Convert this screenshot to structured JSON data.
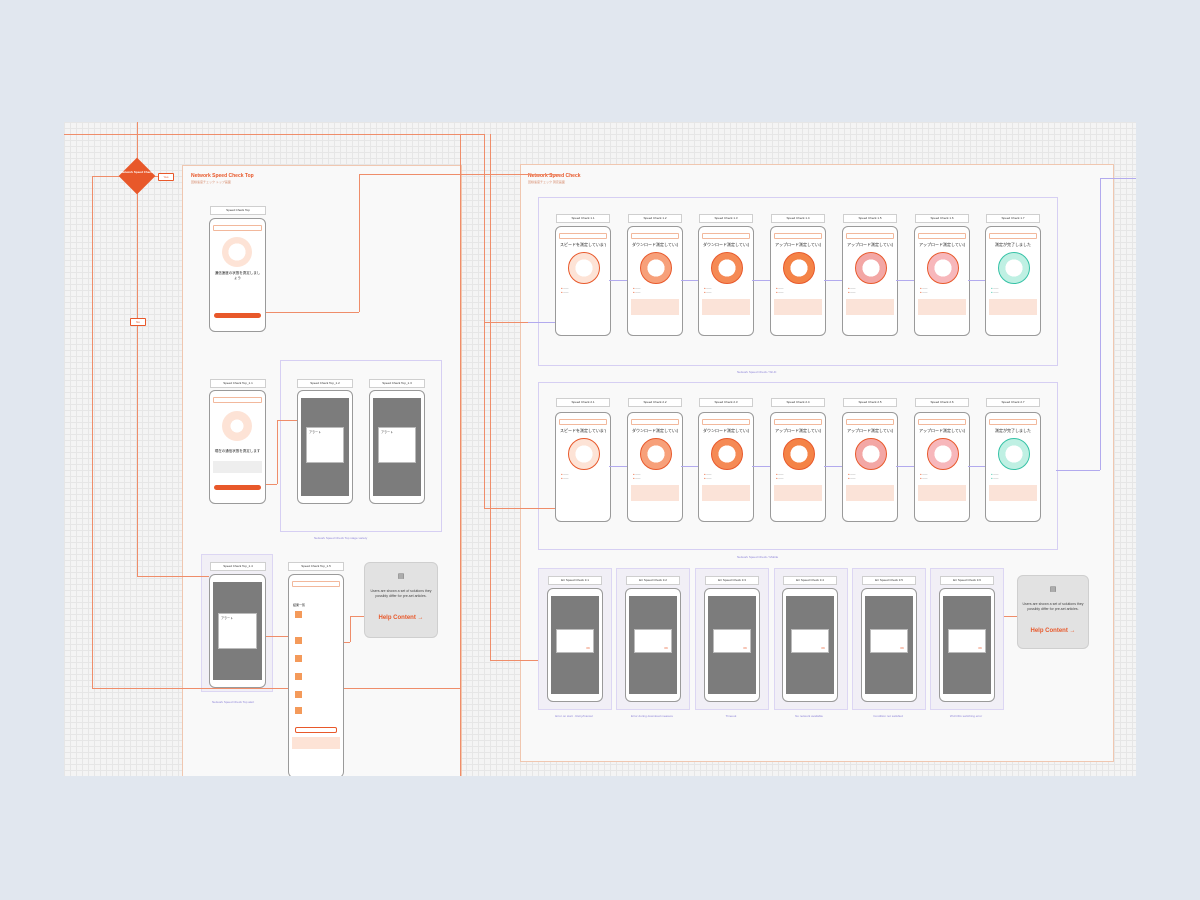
{
  "flow": {
    "decision": "Network Speed Check",
    "yes": "Yes",
    "no": "No"
  },
  "top_board": {
    "title": "Network Speed Check Top",
    "subtitle": "回線速度チェック トップ画面"
  },
  "main_board": {
    "title": "Network Speed Check",
    "subtitle": "回線速度チェック 測定画面"
  },
  "top_screens": [
    {
      "tag": "Speed Check Top",
      "text": "通信速度の状態を測定しましょう"
    },
    {
      "tag": "Speed Check Top_1.1",
      "text": "現在の通信状態を測定します"
    },
    {
      "tag": "Speed Check Top_1.2",
      "text": "アラート"
    },
    {
      "tag": "Speed Check Top_1.3",
      "text": "アラート"
    },
    {
      "tag": "Speed Check Top_1.4",
      "text": "アラート"
    },
    {
      "tag": "Speed Check Top_1.5",
      "text": "結果一覧"
    }
  ],
  "wifi_row": [
    {
      "tag": "Speed Check 1.1",
      "text": "スピードを測定しています"
    },
    {
      "tag": "Speed Check 1.2",
      "text": "ダウンロード測定しています"
    },
    {
      "tag": "Speed Check 1.3",
      "text": "ダウンロード測定しています"
    },
    {
      "tag": "Speed Check 1.4",
      "text": "アップロード測定しています"
    },
    {
      "tag": "Speed Check 1.5",
      "text": "アップロード測定しています"
    },
    {
      "tag": "Speed Check 1.6",
      "text": "アップロード測定しています"
    },
    {
      "tag": "Speed Check 1.7",
      "text": "測定が完了しました"
    }
  ],
  "mobile_row": [
    {
      "tag": "Speed Check 2.1",
      "text": "スピードを測定しています"
    },
    {
      "tag": "Speed Check 2.2",
      "text": "ダウンロード測定しています"
    },
    {
      "tag": "Speed Check 2.3",
      "text": "ダウンロード測定しています"
    },
    {
      "tag": "Speed Check 2.4",
      "text": "アップロード測定しています"
    },
    {
      "tag": "Speed Check 2.5",
      "text": "アップロード測定しています"
    },
    {
      "tag": "Speed Check 2.6",
      "text": "アップロード測定しています"
    },
    {
      "tag": "Speed Check 2.7",
      "text": "測定が完了しました"
    }
  ],
  "error_row": [
    {
      "tag": "Err Speed Check 3.1",
      "note": "Error on start · Retry/Cancel"
    },
    {
      "tag": "Err Speed Check 3.2",
      "note": "Error during download measure"
    },
    {
      "tag": "Err Speed Check 3.3",
      "note": "Timeout"
    },
    {
      "tag": "Err Speed Check 3.4",
      "note": "No network available"
    },
    {
      "tag": "Err Speed Check 3.5",
      "note": "Condition not satisfied"
    },
    {
      "tag": "Err Speed Check 3.6",
      "note": "Wi-Fi/4G switching error"
    }
  ],
  "help": {
    "text": "Users are shown a set of solutions they possibly differ for pre-set articles.",
    "link": "Help Content →"
  },
  "group_labels": {
    "top": "Network Speed Check Top stage variety",
    "wifi": "Network Speed Check / Wi-Fi",
    "mobile": "Network Speed Check / Mobile",
    "top_alert": "Network Speed Check Top alert"
  },
  "colors": {
    "accent": "#e8582a",
    "connector_orange": "#ef8d6a",
    "connector_purple": "#b2aaee",
    "success": "#35c2a6"
  }
}
